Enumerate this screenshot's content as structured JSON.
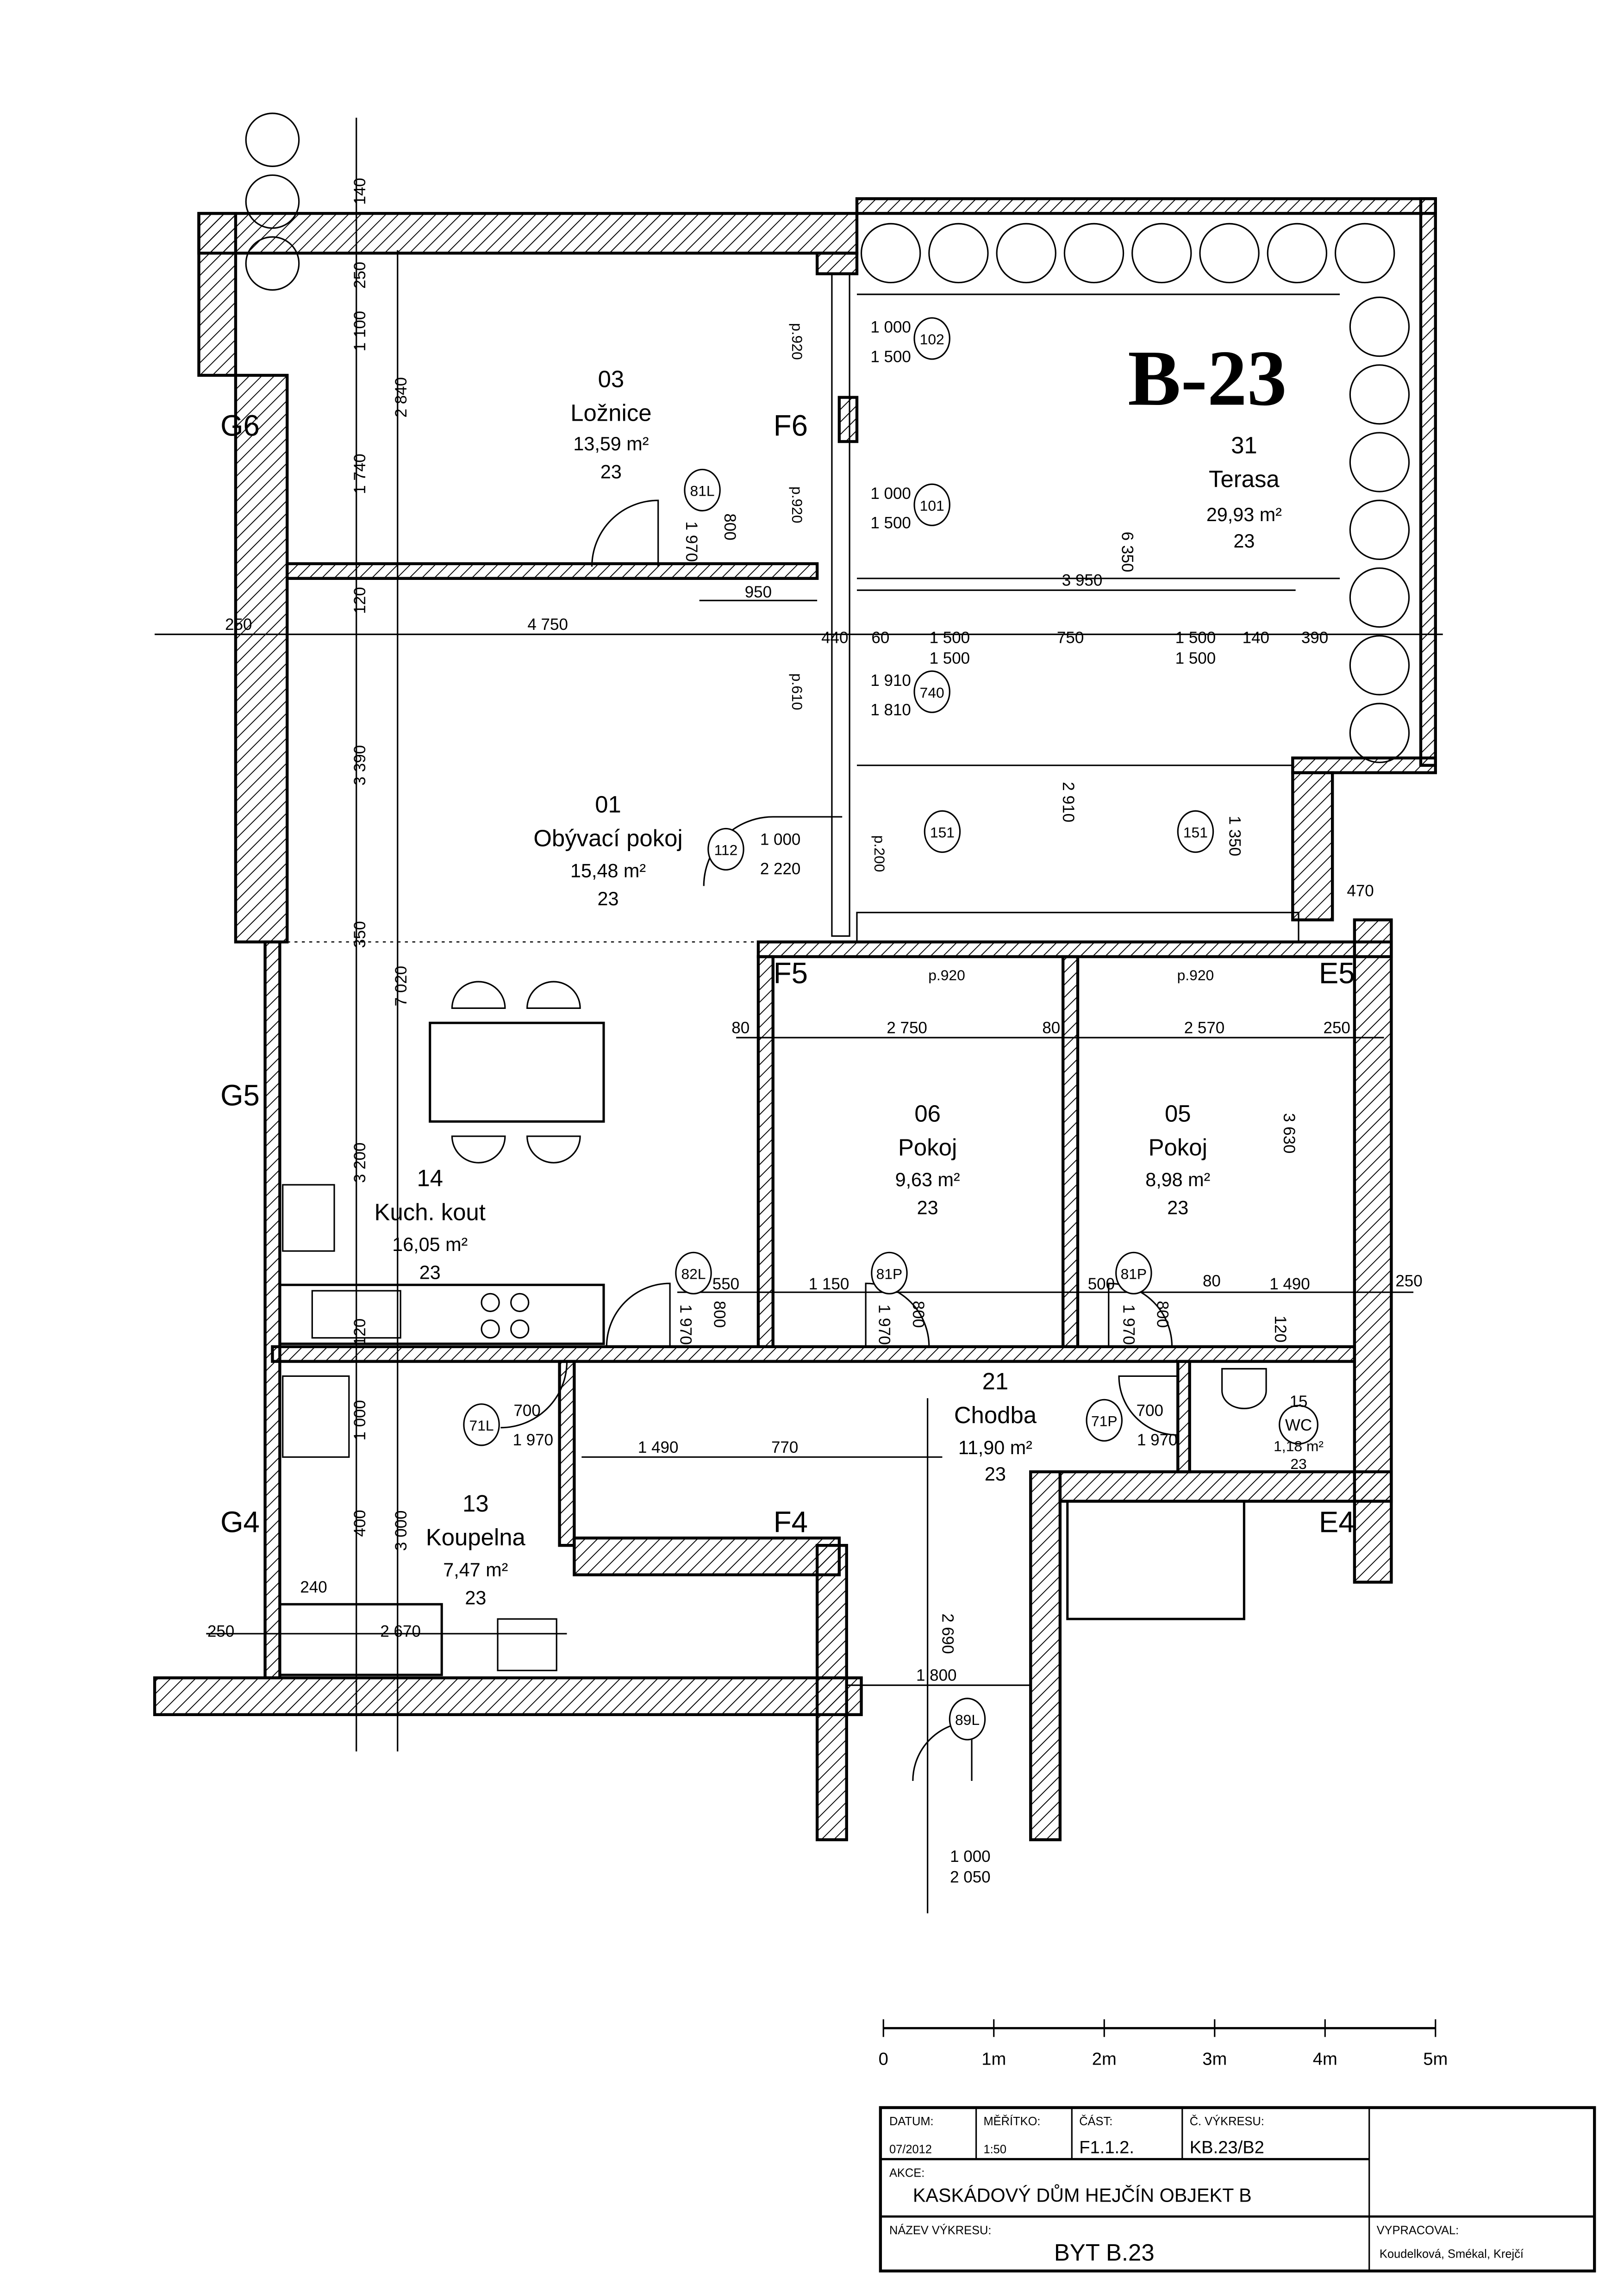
{
  "plan_label": "B-23",
  "rooms": [
    {
      "number": "03",
      "name": "Ložnice",
      "area": "13,59 m²",
      "floor": "23"
    },
    {
      "number": "31",
      "name": "Terasa",
      "area": "29,93 m²",
      "floor": "23"
    },
    {
      "number": "01",
      "name": "Obývací pokoj",
      "area": "15,48 m²",
      "floor": "23"
    },
    {
      "number": "06",
      "name": "Pokoj",
      "area": "9,63 m²",
      "floor": "23"
    },
    {
      "number": "05",
      "name": "Pokoj",
      "area": "8,98 m²",
      "floor": "23"
    },
    {
      "number": "14",
      "name": "Kuch. kout",
      "area": "16,05 m²",
      "floor": "23"
    },
    {
      "number": "13",
      "name": "Koupelna",
      "area": "7,47 m²",
      "floor": "23"
    },
    {
      "number": "21",
      "name": "Chodba",
      "area": "11,90 m²",
      "floor": "23"
    },
    {
      "number": "15",
      "name": "WC",
      "area": "1,18 m²",
      "floor": "23"
    }
  ],
  "dims_h": [
    "950",
    "4 750",
    "250",
    "440",
    "60",
    "1 500",
    "750",
    "1 500",
    "140",
    "390",
    "3 950",
    "2 750",
    "80",
    "80",
    "2 570",
    "250",
    "550",
    "1 150",
    "500",
    "80",
    "1 490",
    "250",
    "1 490",
    "770",
    "1 800",
    "2 670",
    "250",
    "240",
    "1 000",
    "2 050",
    "470",
    "1 500",
    "1 500",
    "700",
    "1 970",
    "700",
    "1 970"
  ],
  "dims_v": [
    "140",
    "250",
    "1 100",
    "1 740",
    "2 840",
    "120",
    "3 390",
    "350",
    "7 020",
    "3 200",
    "1 000",
    "400",
    "3 000",
    "6 350",
    "2 910",
    "3 630",
    "2 690",
    "800",
    "1 970",
    "800",
    "1 970",
    "800",
    "1 970",
    "800",
    "1 970",
    "1 350",
    "120",
    "120"
  ],
  "door_tags": [
    "81L",
    "102",
    "101",
    "740",
    "112",
    "151",
    "151",
    "82L",
    "81P",
    "81P",
    "71L",
    "71P",
    "89L"
  ],
  "window_labels": [
    "p.920",
    "p.920",
    "p.610",
    "p.200",
    "p.920",
    "p.920",
    "1 000",
    "1 500",
    "1 000",
    "1 500",
    "1 910",
    "1 810",
    "1 000",
    "2 220"
  ],
  "grid_marks": [
    "G6",
    "F6",
    "F5",
    "E5",
    "G5",
    "G4",
    "F4",
    "E4"
  ],
  "scale_bar": {
    "ticks": [
      "0",
      "1m",
      "2m",
      "3m",
      "4m",
      "5m"
    ]
  },
  "title_block": {
    "datum_label": "DATUM:",
    "datum": "07/2012",
    "meritko_label": "MĚŘÍTKO:",
    "meritko": "1:50",
    "cast_label": "ČÁST:",
    "cast": "F1.1.2.",
    "vykres_label": "Č. VÝKRESU:",
    "vykres": "KB.23/B2",
    "akce_label": "AKCE:",
    "akce": "KASKÁDOVÝ DŮM HEJČÍN OBJEKT B",
    "nazev_label": "NÁZEV VÝKRESU:",
    "nazev": "BYT B.23",
    "vypracoval_label": "VYPRACOVAL:",
    "vypracoval": "Koudelková, Smékal, Krejčí"
  }
}
